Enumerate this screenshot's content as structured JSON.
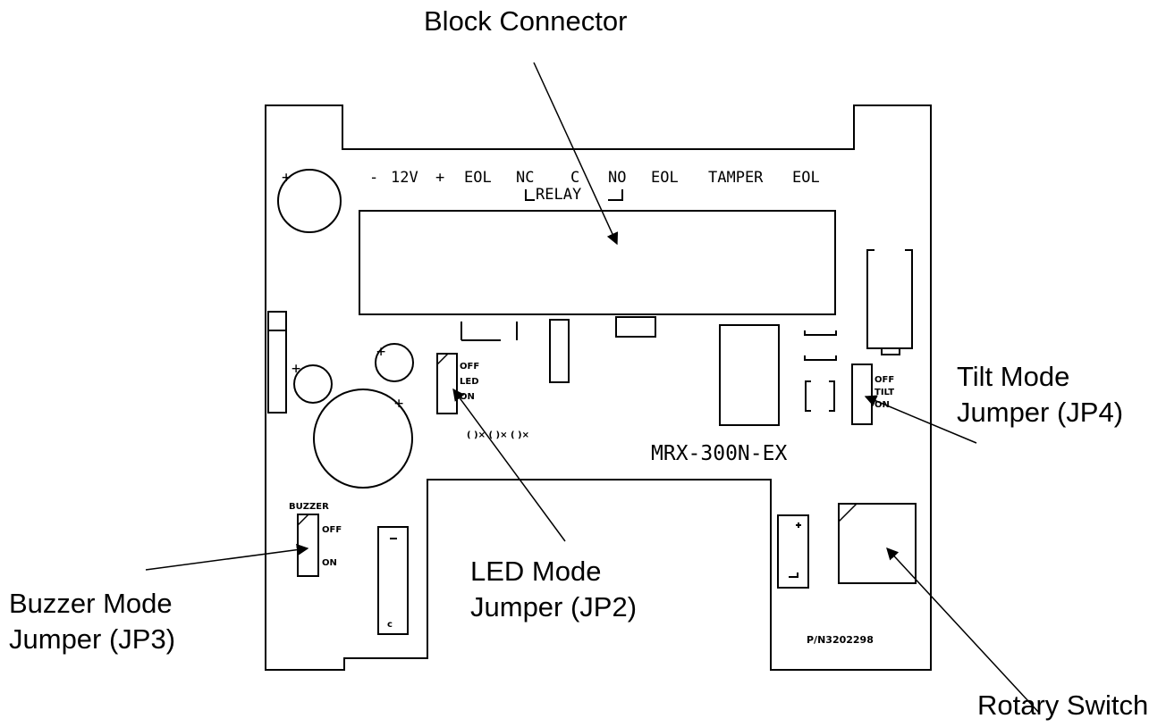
{
  "callouts": {
    "block_connector": {
      "lines": [
        "Block Connector"
      ]
    },
    "tilt_jumper": {
      "lines": [
        "Tilt Mode",
        "Jumper (JP4)"
      ]
    },
    "led_jumper": {
      "lines": [
        "LED Mode",
        "Jumper (JP2)"
      ]
    },
    "buzzer_jumper": {
      "lines": [
        "Buzzer Mode",
        "Jumper (JP3)"
      ]
    },
    "rotary_switch": {
      "lines": [
        "Rotary Switch"
      ]
    }
  },
  "board": {
    "terminals": [
      "-",
      "12V",
      "+",
      "EOL",
      "NC",
      "C",
      "NO",
      "EOL",
      "TAMPER",
      "EOL"
    ],
    "relay_label": "RELAY",
    "plus_sign": "+",
    "model": "MRX-300N-EX",
    "part_number": "P/N3202298",
    "led_jumper": {
      "off": "OFF",
      "name": "LED",
      "on": "ON"
    },
    "tilt_jumper": {
      "off": "OFF",
      "name": "TILT",
      "on": "ON"
    },
    "buzzer_jumper": {
      "name": "BUZZER",
      "off": "OFF",
      "on": "ON"
    },
    "pads_text": "( )⨯ ( )⨯ ( )⨯"
  }
}
